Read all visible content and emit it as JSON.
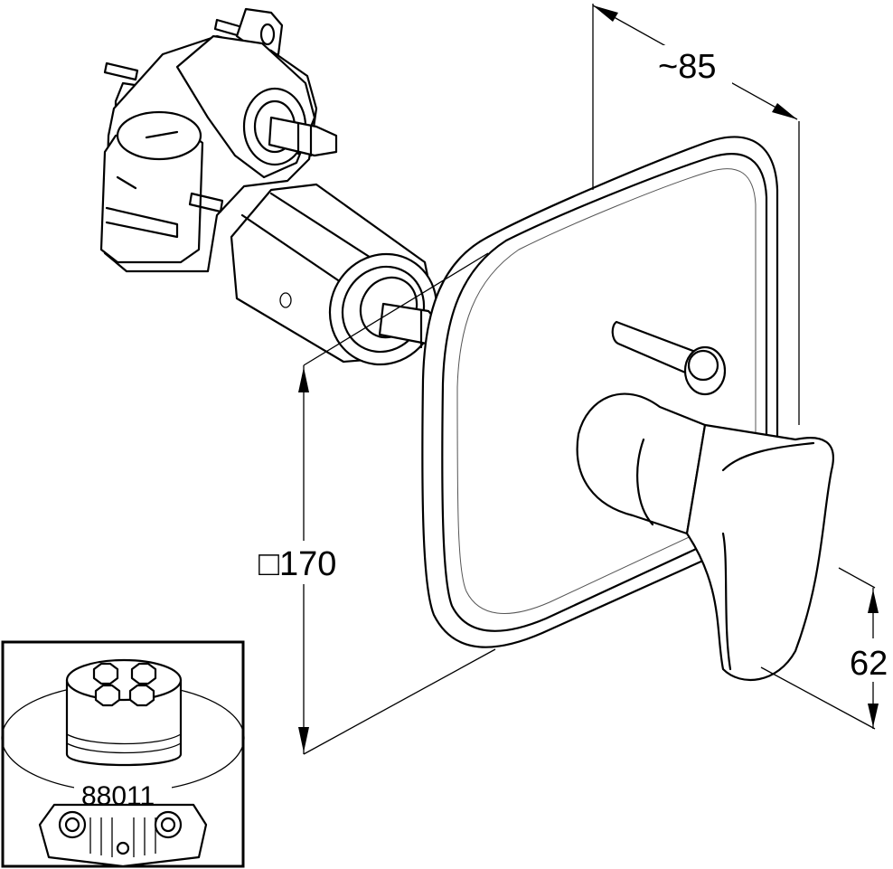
{
  "dimensions": {
    "depth": "~85",
    "plate_square": "□170",
    "lever_height": "62"
  },
  "inset": {
    "article_number": "88011"
  }
}
